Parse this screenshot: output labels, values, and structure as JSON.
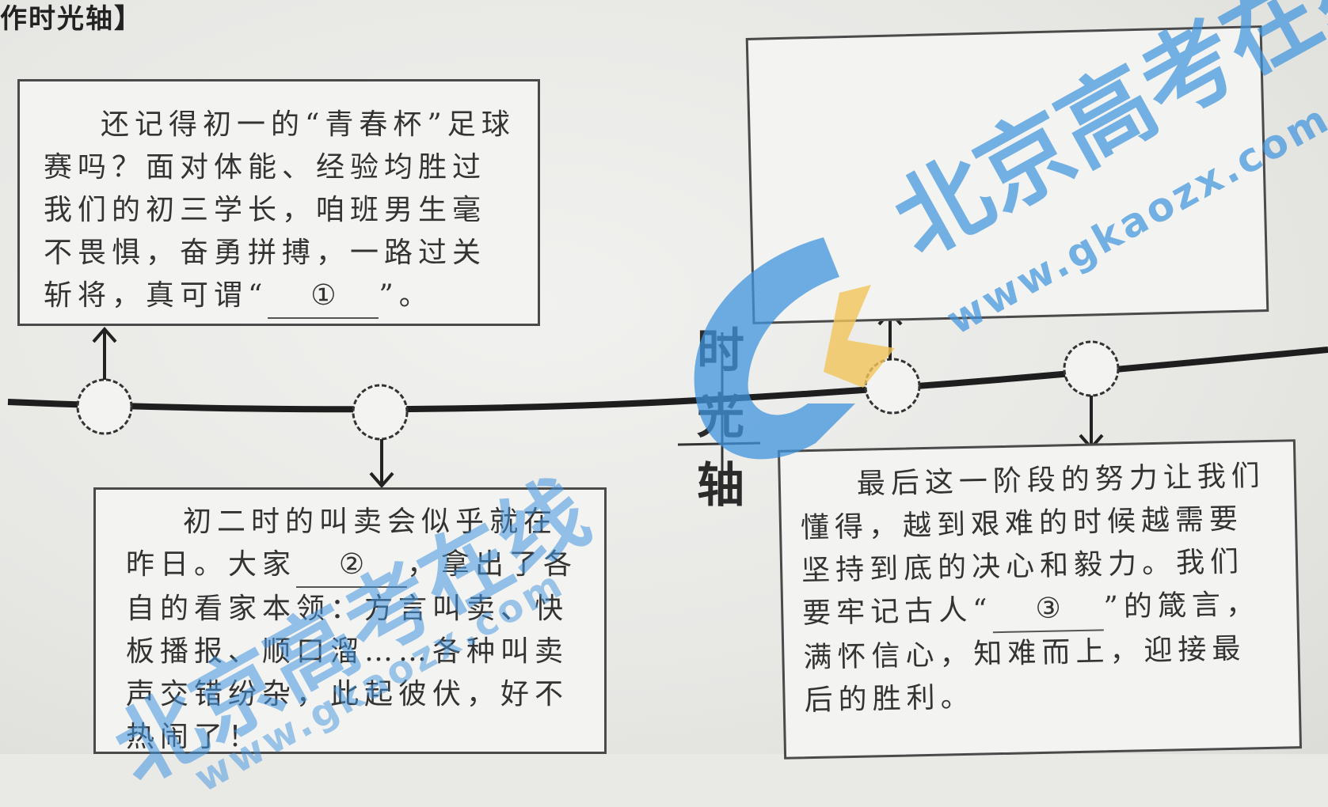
{
  "header": {
    "fragment": "作时光轴】"
  },
  "timeline": {
    "axis_label_chars": [
      "时",
      "光",
      "轴"
    ]
  },
  "boxes": {
    "box1": {
      "text_before_blank": "还记得初一的“青春杯”足球赛吗？面对体能、经验均胜过我们的初三学长，咱班男生毫不畏惧，奋勇拼搏，一路过关斩将，真可谓“",
      "blank_label": "①",
      "text_after_blank": "”。"
    },
    "box2": {
      "text_before_blank": "初二时的叫卖会似乎就在昨日。大家",
      "blank_label": "②",
      "text_after_blank": "，拿出了各自的看家本领：方言叫卖、快板播报、顺口溜……各种叫卖声交错纷杂，此起彼伏，好不热闹了！"
    },
    "box3": {
      "text": ""
    },
    "box4": {
      "text_before_blank": "最后这一阶段的努力让我们懂得，越到艰难的时候越需要坚持到底的决心和毅力。我们要牢记古人“",
      "blank_label": "③",
      "text_after_blank": "”的箴言，满怀信心，知难而上，迎接最后的胜利。"
    }
  },
  "watermark": {
    "title": "北京高考在线",
    "url": "www.gkaozx.com",
    "colors": {
      "blue": "#4a9be0",
      "yellow": "#f2c45a"
    }
  }
}
